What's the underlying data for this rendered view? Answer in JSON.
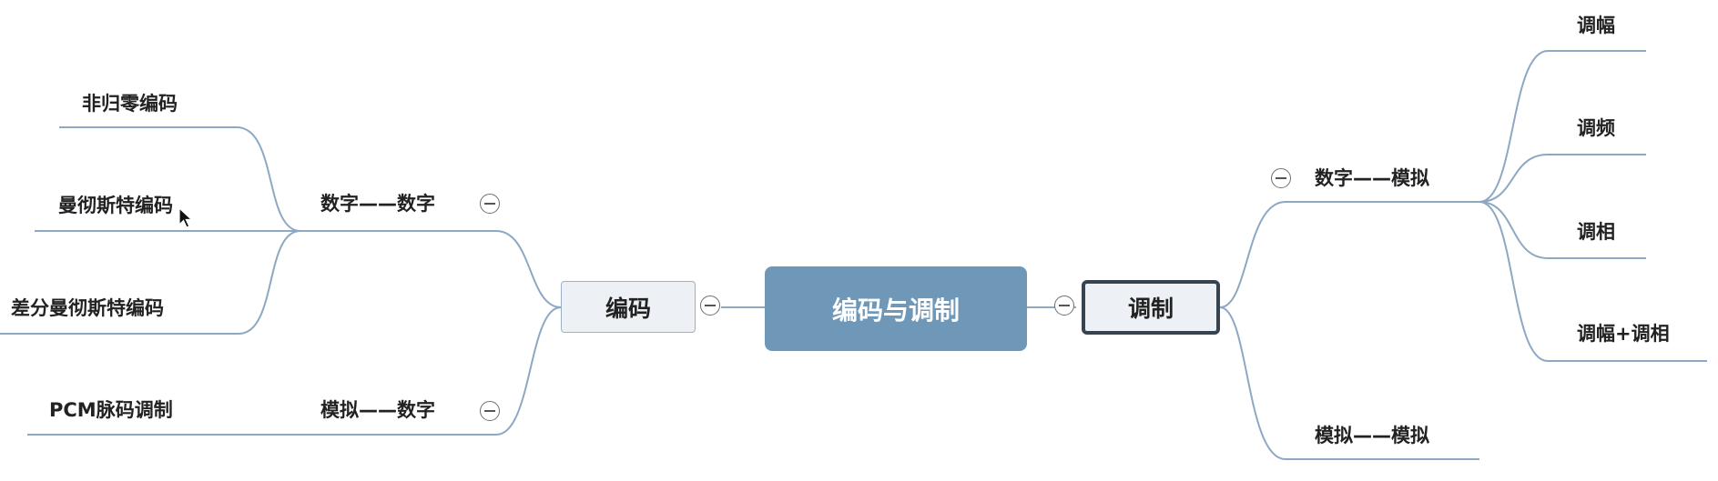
{
  "colors": {
    "central_fill": "#6f98b8",
    "topic_fill": "#edf1f6",
    "connector": "#8ea8c3",
    "selected_border": "#384350"
  },
  "central": {
    "label": "编码与调制"
  },
  "left_main": {
    "label": "编码",
    "branches": [
      {
        "label": "数字——数字",
        "leaves": [
          "非归零编码",
          "曼彻斯特编码",
          "差分曼彻斯特编码"
        ]
      },
      {
        "label": "模拟——数字",
        "leaves": [
          "PCM脉码调制"
        ]
      }
    ]
  },
  "right_main": {
    "label": "调制",
    "selected": true,
    "branches": [
      {
        "label": "数字——模拟",
        "leaves": [
          "调幅",
          "调频",
          "调相",
          "调幅+调相"
        ]
      },
      {
        "label": "模拟——模拟",
        "leaves": []
      }
    ]
  },
  "icons": {
    "collapse": "minus-circle-icon",
    "pointer": "mouse-pointer-icon"
  }
}
